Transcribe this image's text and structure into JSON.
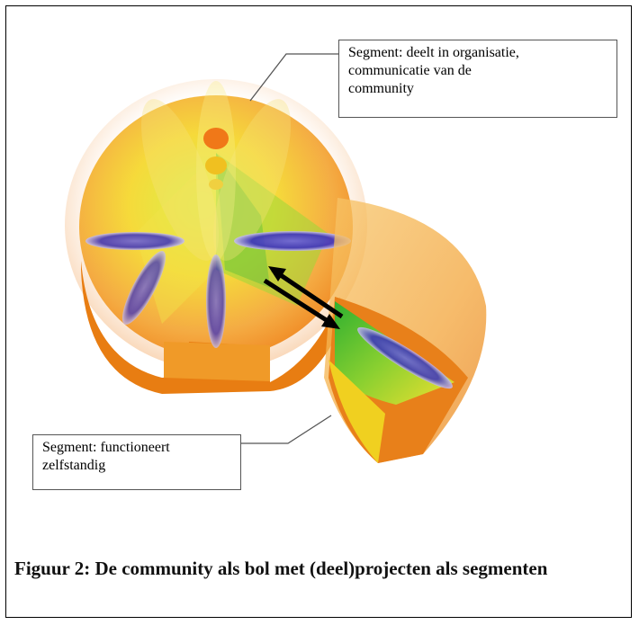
{
  "diagram": {
    "callout_top": "Segment:  deelt in organisatie,\ncommunicatie van de\ncommunity",
    "callout_bottom": "Segment:  functioneert\nzelfstandig"
  },
  "caption": "Figuur 2: De community als bol met (deel)projecten als segmenten",
  "colors": {
    "sphere_orange": "#f08a10",
    "sphere_yellow": "#f5e030",
    "segment_green": "#2aa020",
    "disc_blue": "#3030c0",
    "frame": "#000000"
  }
}
